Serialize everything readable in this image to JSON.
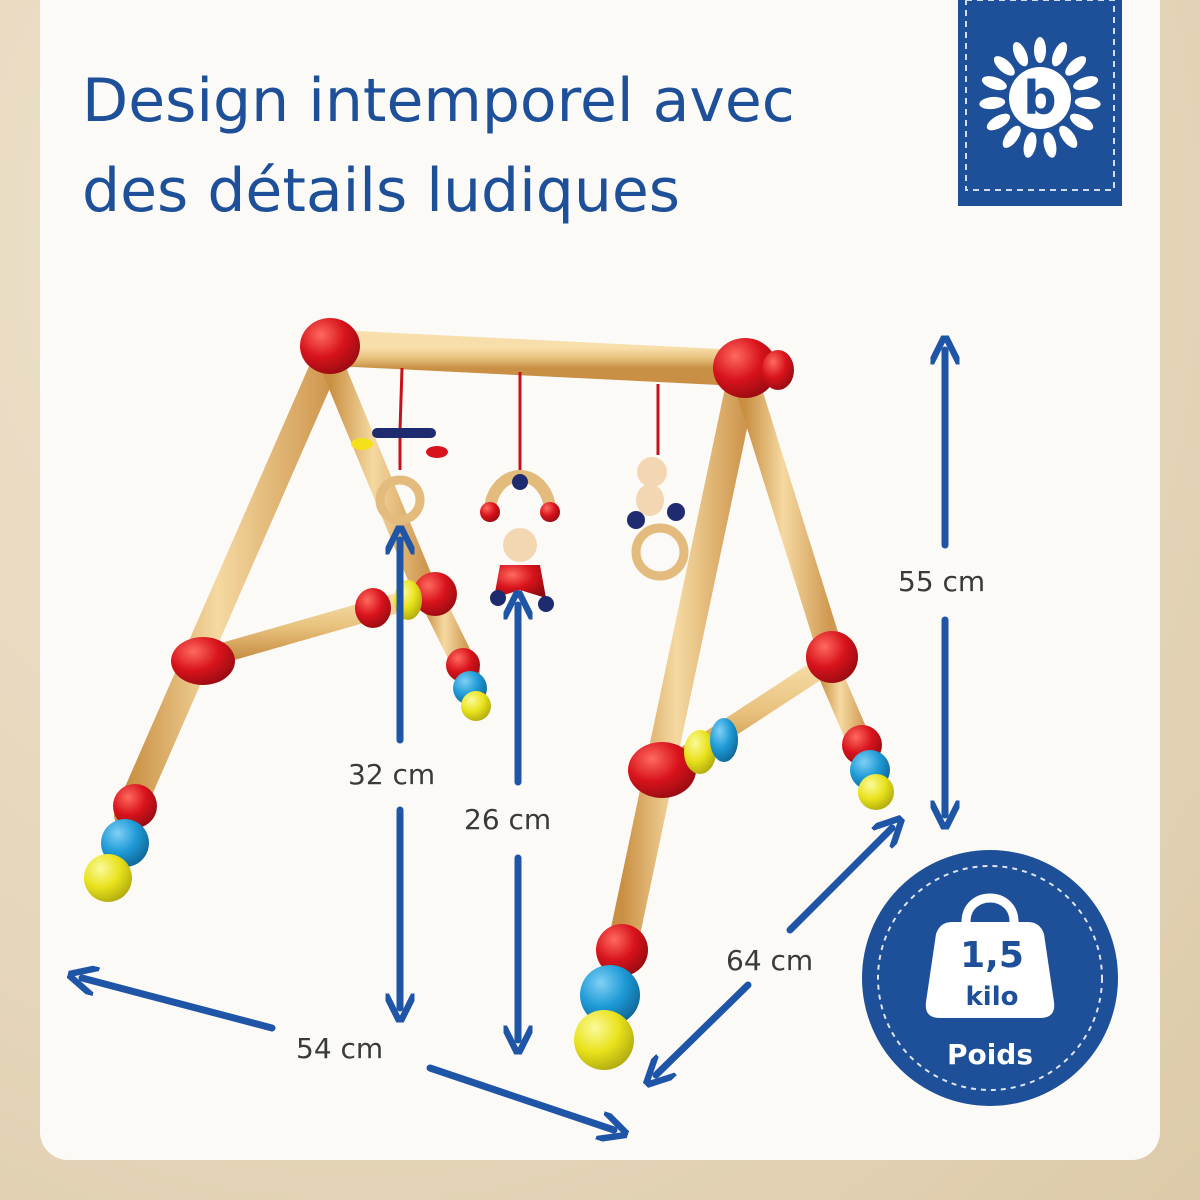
{
  "headline": {
    "line1": "Design intemporel avec",
    "line2": "des détails ludiques"
  },
  "brand": {
    "logo_letter": "b"
  },
  "dimensions": {
    "frame_height": "55 cm",
    "ring_height": "32 cm",
    "toy_height": "26 cm",
    "width": "54 cm",
    "depth": "64 cm"
  },
  "weight_badge": {
    "value": "1,5",
    "unit": "kilo",
    "label": "Poids"
  },
  "colors": {
    "brand_blue": "#1e4f99",
    "arrow_blue": "#1f55a6",
    "wood": "#e8c27d",
    "toy_red": "#d8131c",
    "toy_blue": "#1e9ad6",
    "toy_yellow": "#f4e11c"
  }
}
